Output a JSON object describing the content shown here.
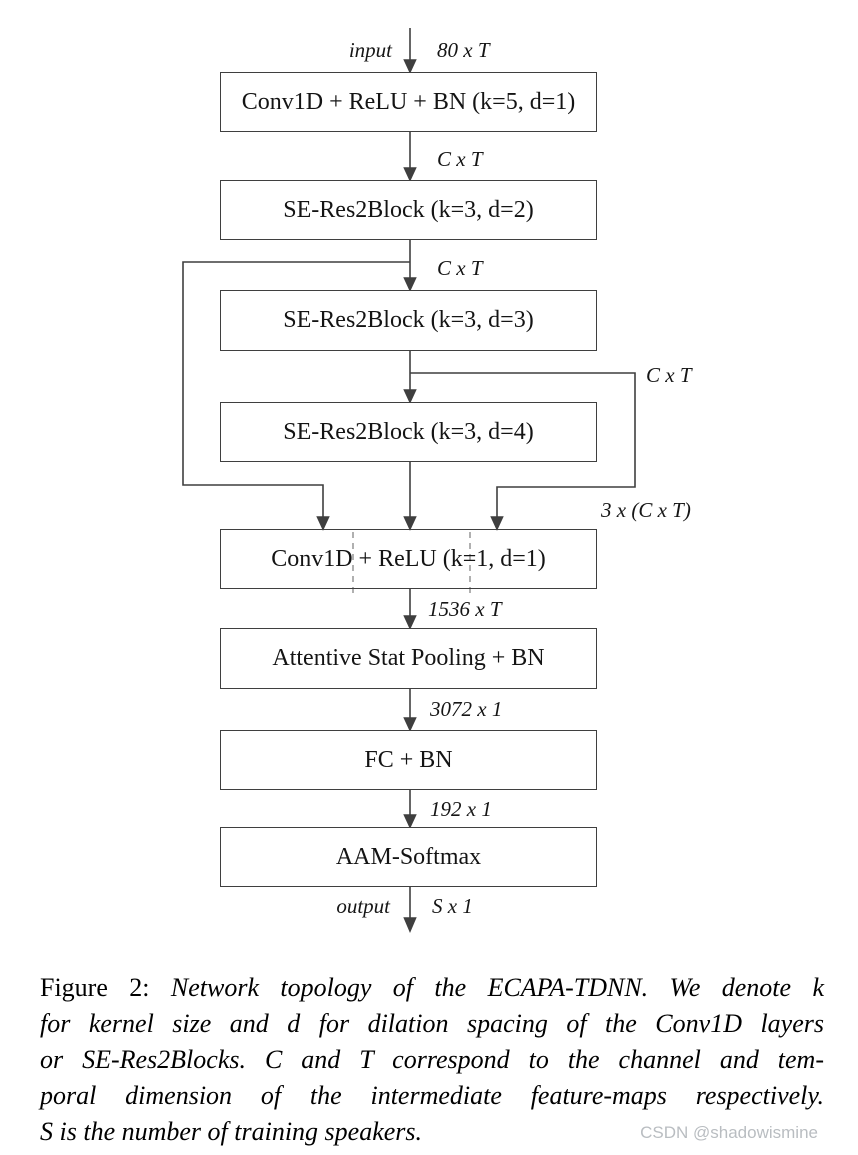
{
  "figure": {
    "type": "network-topology-flow-diagram",
    "model": "ECAPA-TDNN"
  },
  "diagram": {
    "input_label": "input",
    "input_dim": "80 x T",
    "output_label": "output",
    "output_dim": "S x 1",
    "boxes": [
      {
        "label": "Conv1D + ReLU + BN (k=5, d=1)"
      },
      {
        "label": "SE-Res2Block (k=3, d=2)"
      },
      {
        "label": "SE-Res2Block (k=3, d=3)"
      },
      {
        "label": "SE-Res2Block (k=3, d=4)"
      },
      {
        "label": "Conv1D + ReLU (k=1, d=1)"
      },
      {
        "label": "Attentive Stat Pooling + BN"
      },
      {
        "label": "FC + BN"
      },
      {
        "label": "AAM-Softmax"
      }
    ],
    "edge_labels": {
      "after_conv1": "C x T",
      "after_block_d2": "C x T",
      "after_block_d3": "C x T",
      "concat": "3 x (C x T)",
      "after_conv2": "1536 x T",
      "after_pooling": "3072 x 1",
      "after_fc": "192 x 1"
    }
  },
  "caption": {
    "label": "Figure 2:",
    "lines": [
      "Network topology of the ECAPA-TDNN. We denote k",
      "for kernel size and d for dilation spacing of the Conv1D layers",
      "or SE-Res2Blocks. C and T correspond to the channel and tem-",
      "poral dimension of the intermediate feature-maps respectively.",
      "S is the number of training speakers."
    ]
  },
  "watermark": "CSDN @shadowismine",
  "colors": {
    "line_color": "#3f3f3f",
    "watermark_color": "#b9bdc1"
  }
}
